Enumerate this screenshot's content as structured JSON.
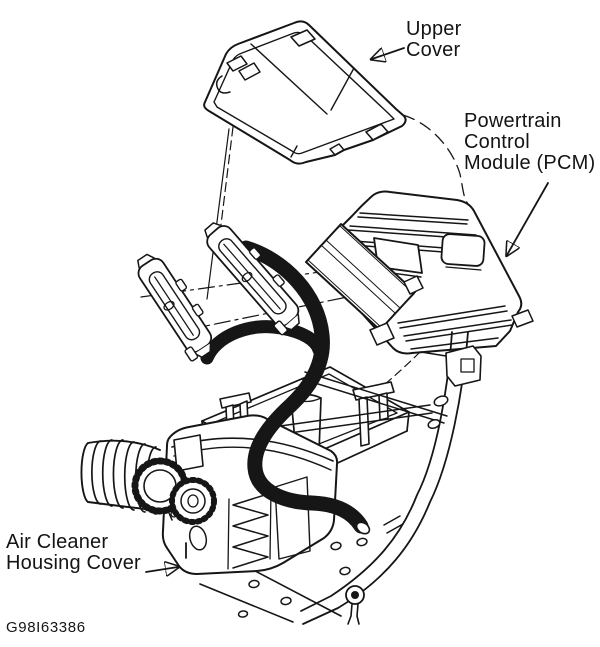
{
  "canvas": {
    "background": "#ffffff",
    "line_color": "#161616"
  },
  "figure": {
    "code": "G98I63386",
    "callouts": [
      {
        "id": "upper-cover",
        "label": "Upper\nCover"
      },
      {
        "id": "pcm",
        "label": "Powertrain\nControl\nModule (PCM)"
      },
      {
        "id": "air-cleaner-housing-cover",
        "label": "Air Cleaner\nHousing Cover"
      }
    ]
  }
}
